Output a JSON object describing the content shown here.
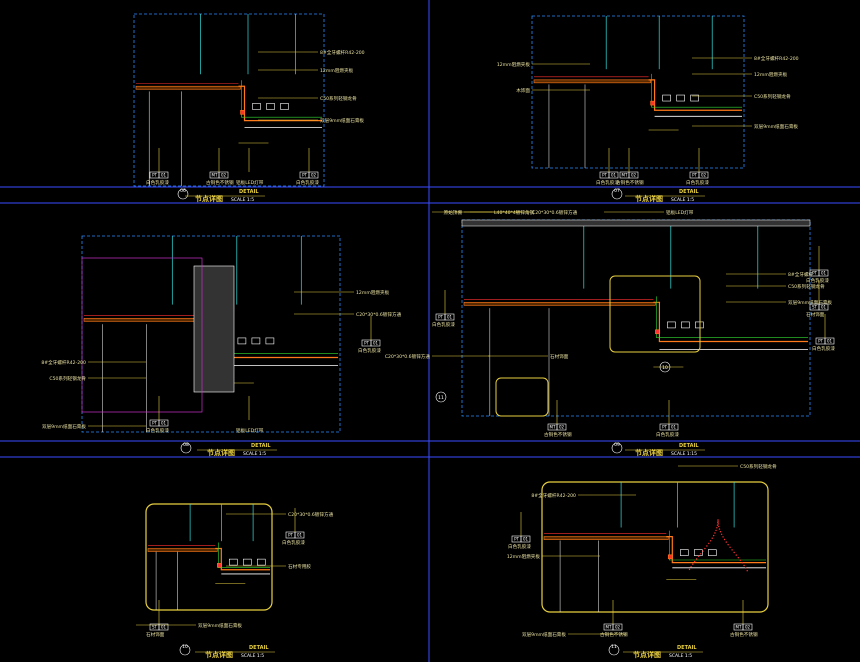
{
  "colors": {
    "frame": "#3a4cff",
    "dash": "#2a8cff",
    "leader": "#e8d040",
    "text": "#e8e0a0",
    "tag": "#ffffff",
    "cyan": "#33e0e0",
    "green": "#33dd33",
    "magenta": "#cc33cc",
    "orange": "#ff7a1a",
    "red": "#ff3030"
  },
  "panels": [
    {
      "num": "06",
      "title": "节点详图",
      "scale": "SCALE 1:5",
      "detail": "DETAIL",
      "labels": [
        "8#全牙螺杆R42-200",
        "12mm阻燃夹板",
        "C50系列轻钢龙骨",
        "双层9mm纸面石膏板"
      ],
      "tags": [
        {
          "code": "PT",
          "num": "01",
          "text": "白色乳胶漆"
        },
        {
          "code": "MT",
          "num": "02",
          "text": "古铜色不锈钢"
        },
        {
          "code": "",
          "num": "",
          "text": "铝板LED灯带"
        },
        {
          "code": "PT",
          "num": "02",
          "text": "白色乳胶漆"
        }
      ]
    },
    {
      "num": "07",
      "title": "节点详图",
      "scale": "SCALE 1:5",
      "detail": "DETAIL",
      "labels": [
        "12mm阻燃夹板",
        "木饰面",
        "8#全牙螺杆R42-200",
        "12mm阻燃夹板",
        "C50系列轻钢龙骨",
        "双层9mm纸面石膏板"
      ],
      "tags": [
        {
          "code": "PT",
          "num": "01",
          "text": "白色乳胶漆"
        },
        {
          "code": "MT",
          "num": "02",
          "text": "古铜色不锈钢"
        },
        {
          "code": "PT",
          "num": "02",
          "text": "白色乳胶漆"
        }
      ]
    },
    {
      "num": "08",
      "title": "节点详图",
      "scale": "SCALE 1:5",
      "detail": "DETAIL",
      "labels": [
        "12mm阻燃夹板",
        "C20*30*0.6镀锌方通",
        "8#全牙螺杆R42-200",
        "C50系列轻钢龙骨",
        "双层9mm纸面石膏板"
      ],
      "tags": [
        {
          "code": "PT",
          "num": "01",
          "text": "白色乳胶漆"
        },
        {
          "code": "PT",
          "num": "01",
          "text": "白色乳胶漆"
        },
        {
          "code": "",
          "num": "",
          "text": "铝板LED灯带"
        }
      ]
    },
    {
      "num": "09",
      "title": "节点详图",
      "scale": "SCALE 1:15",
      "detail": "DETAIL",
      "labels": [
        "原始顶棚",
        "L40*40*4镀锌角钢",
        "C20*30*0.6镀锌方通",
        "铝板LED灯带",
        "8#全牙螺杆",
        "C50系列轻钢龙骨",
        "双层9mm纸面石膏板",
        "C20*30*0.6镀锌方通",
        "石材饰面"
      ],
      "tags": [
        {
          "code": "PT",
          "num": "01",
          "text": "白色乳胶漆"
        },
        {
          "code": "PT",
          "num": "01",
          "text": "白色乳胶漆"
        },
        {
          "code": "ST",
          "num": "01",
          "text": "石材饰面"
        },
        {
          "code": "MT",
          "num": "02",
          "text": "古铜色不锈钢"
        },
        {
          "code": "PT",
          "num": "01",
          "text": "白色乳胶漆"
        },
        {
          "code": "PT",
          "num": "01",
          "text": "白色乳胶漆"
        }
      ],
      "callouts": [
        "10",
        "11"
      ]
    },
    {
      "num": "10",
      "title": "节点详图",
      "scale": "SCALE 1:5",
      "detail": "DETAIL",
      "labels": [
        "C20*30*0.6镀锌方通",
        "石材专用胶",
        "双层9mm纸面石膏板"
      ],
      "tags": [
        {
          "code": "PT",
          "num": "01",
          "text": "白色乳胶漆"
        },
        {
          "code": "ST",
          "num": "01",
          "text": "石材饰面"
        }
      ]
    },
    {
      "num": "11",
      "title": "节点详图",
      "scale": "SCALE 1:5",
      "detail": "DETAIL",
      "labels": [
        "C50系列轻钢龙骨",
        "8#全牙螺杆R42-200",
        "12mm阻燃夹板",
        "双层9mm纸面石膏板"
      ],
      "tags": [
        {
          "code": "PT",
          "num": "01",
          "text": "白色乳胶漆"
        },
        {
          "code": "MT",
          "num": "02",
          "text": "古铜色不锈钢"
        },
        {
          "code": "MT",
          "num": "02",
          "text": "古铜色不锈钢"
        }
      ]
    }
  ]
}
